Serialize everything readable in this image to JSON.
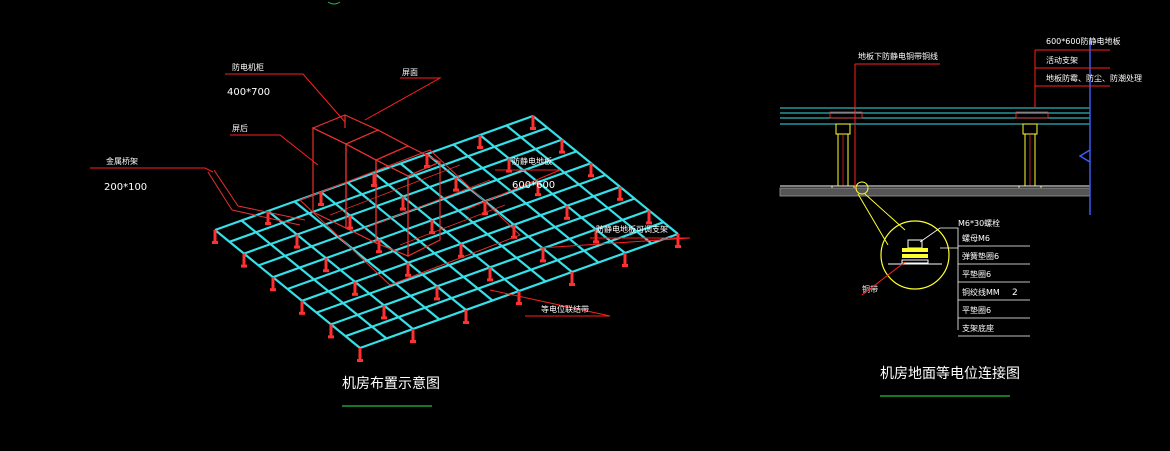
{
  "left_diagram": {
    "title": "机房布置示意图",
    "labels": {
      "cabinet": "防电机柜",
      "cabinet_size": "400*700",
      "front": "屏面",
      "back": "屏后",
      "tray": "金属桥架",
      "tray_size": "200*100",
      "panel": "防静电地板",
      "panel_size": "600*600",
      "support": "防静电地板可调支架",
      "bonding": "等电位联结带"
    }
  },
  "right_diagram": {
    "title": "机房地面等电位连接图",
    "labels": {
      "floor_panel": "600*600防静电地板",
      "movable_support": "活动支架",
      "floor_treatment": "地板防霉、防尘、防潮处理",
      "underfloor_cable": "地板下防静电铜带铜线",
      "bolt": "M6*30螺栓",
      "nut": "螺母M6",
      "washer1": "弹簧垫圈6",
      "washer2": "平垫圈6",
      "strip": "铜绞线MM",
      "strip_count": "2",
      "washer3": "平垫圈6",
      "base": "支架底座",
      "bond_label": "铜带"
    }
  },
  "colors": {
    "background": "#000000",
    "grid_cyan": "#36e0e8",
    "leader_red": "#ff2020",
    "support_red": "#ff3030",
    "cabinet_red": "#e83030",
    "text_white": "#ffffff",
    "underline_green": "#22c040",
    "detail_yellow": "#ffff30",
    "floor_gray": "#9a9a9a",
    "wall_blue": "#4060ff"
  }
}
